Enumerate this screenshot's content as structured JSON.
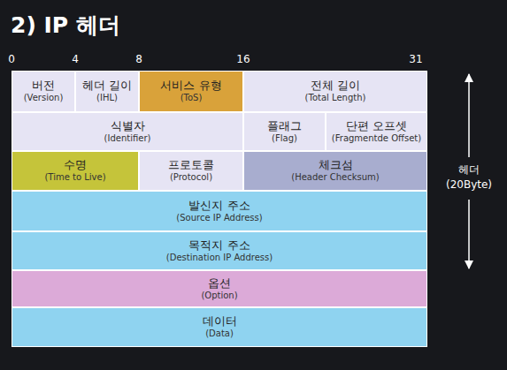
{
  "diagram": {
    "title": "2) IP 헤더",
    "nodes": [
      {
        "text": [
          "버전",
          "(Version)"
        ]
      },
      {
        "text": [
          "헤더 길이",
          "(IHL)"
        ]
      },
      {
        "text": [
          "서비스 유형",
          "(ToS)"
        ]
      },
      {
        "text": [
          "전체 길이",
          "(Total Length)"
        ]
      },
      {
        "text": [
          "식별자",
          "(Identifier)"
        ]
      },
      {
        "text": [
          "플래그",
          "(Flag)"
        ]
      },
      {
        "text": [
          "단편 오프셋",
          "(Fragmentde Offset)"
        ]
      },
      {
        "text": [
          "수명",
          "(Time to Live)"
        ]
      },
      {
        "text": [
          "프로토콜",
          "(Protocol)"
        ]
      },
      {
        "text": [
          "체크섬",
          "(Header Checksum)"
        ]
      },
      {
        "text": [
          "발신지 주소",
          "(Source IP Address)"
        ]
      },
      {
        "text": [
          "목적지 주소",
          "(Destination IP Address)"
        ]
      },
      {
        "text": [
          "옵션",
          "(Option)"
        ]
      },
      {
        "text": [
          "데이터",
          "(Data)"
        ]
      }
    ],
    "labels": [
      "0",
      "4",
      "8",
      "16",
      "31",
      "헤더",
      "(20Byte)"
    ]
  }
}
